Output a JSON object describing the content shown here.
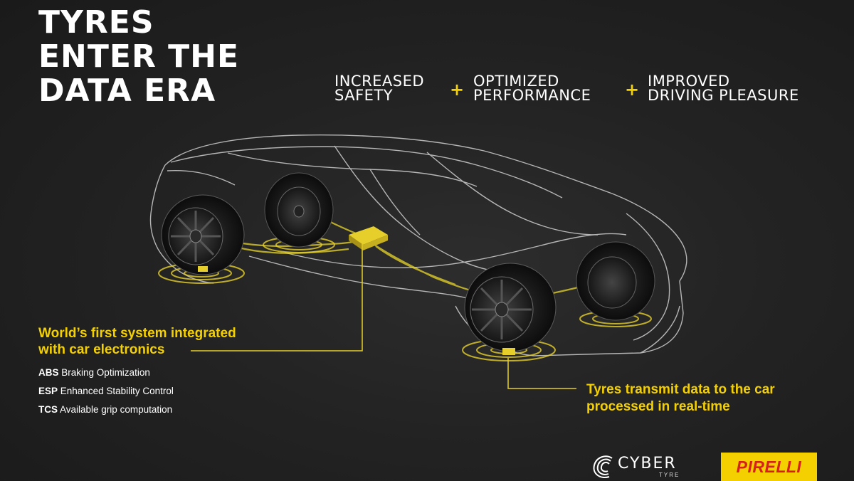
{
  "title_lines": [
    "TYRES",
    "ENTER THE",
    "DATA ERA"
  ],
  "benefits": [
    {
      "lines": [
        "INCREASED",
        "SAFETY"
      ]
    },
    {
      "lines": [
        "OPTIMIZED",
        "PERFORMANCE"
      ]
    },
    {
      "lines": [
        "IMPROVED",
        "DRIVING PLEASURE"
      ]
    }
  ],
  "plus_symbol": "+",
  "left_callout": {
    "heading_lines": [
      "World’s first system integrated",
      "with car electronics"
    ],
    "features": [
      {
        "abbr": "ABS",
        "text": "Braking Optimization"
      },
      {
        "abbr": "ESP",
        "text": "Enhanced Stability Control"
      },
      {
        "abbr": "TCS",
        "text": "Available grip computation"
      }
    ]
  },
  "right_callout": {
    "lines": [
      "Tyres transmit data to the car",
      "processed in real-time"
    ]
  },
  "logos": {
    "cyber": "CYBER",
    "cyber_sub": "TYRE",
    "pirelli": "PIRELLI"
  },
  "colors": {
    "accent": "#f5d000",
    "background": "#232323",
    "pirelli_red": "#d6201a"
  }
}
